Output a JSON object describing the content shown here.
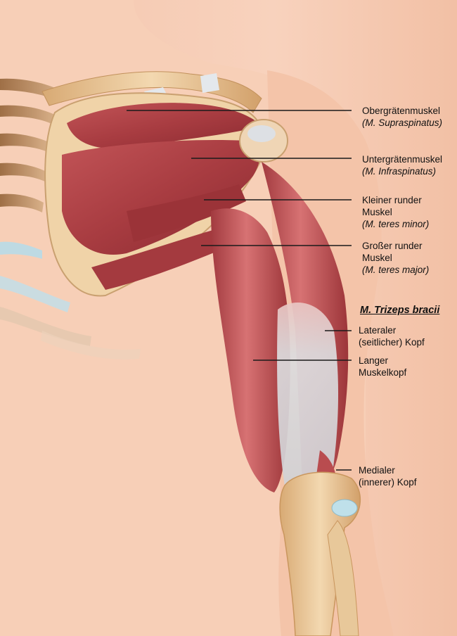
{
  "heading": "M. Trizeps bracii",
  "labels": {
    "supraspinatus": {
      "name": "Obergrätenmuskel",
      "latin": "(M. Supraspinatus)"
    },
    "infraspinatus": {
      "name": "Untergrätenmuskel",
      "latin": "(M. Infraspinatus)"
    },
    "teres_minor": {
      "name_line1": "Kleiner runder",
      "name_line2": "Muskel",
      "latin": "(M. teres minor)"
    },
    "teres_major": {
      "name_line1": "Großer runder",
      "name_line2": "Muskel",
      "latin": "(M. teres major)"
    },
    "lateral_head": {
      "line1": "Lateraler",
      "line2": "(seitlicher) Kopf"
    },
    "long_head": {
      "line1": "Langer",
      "line2": "Muskelkopf"
    },
    "medial_head": {
      "line1": "Medialer",
      "line2": "(innerer) Kopf"
    }
  },
  "colors": {
    "skin": "#f6cdb4",
    "skin_light": "#fae3d4",
    "muscle": "#b5474a",
    "muscle_dark": "#8c2b30",
    "muscle_light": "#dc7a7b",
    "bone": "#efd0a4",
    "bone_dark": "#c99a66",
    "rib_brown": "#a8764a",
    "tendon": "#d9d9db",
    "cartilage": "#b9dbe6",
    "leader_line": "#1a1a1a"
  }
}
